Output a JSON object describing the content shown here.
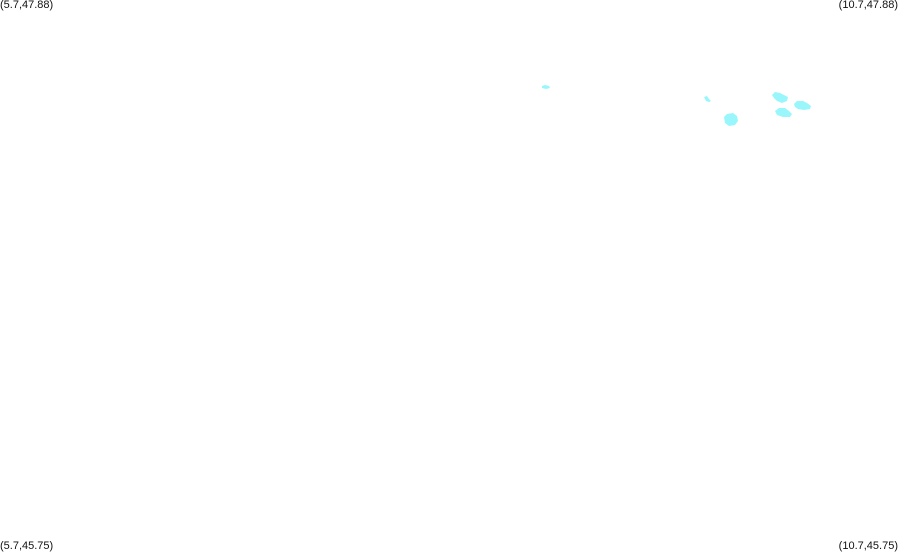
{
  "map": {
    "background_color": "#ffffff",
    "water_color": "#99f7fb",
    "corner_labels": {
      "top_left": "(5.7,47.88)",
      "top_right": "(10.7,47.88)",
      "bottom_left": "(5.7,45.75)",
      "bottom_right": "(10.7,45.75)"
    }
  }
}
